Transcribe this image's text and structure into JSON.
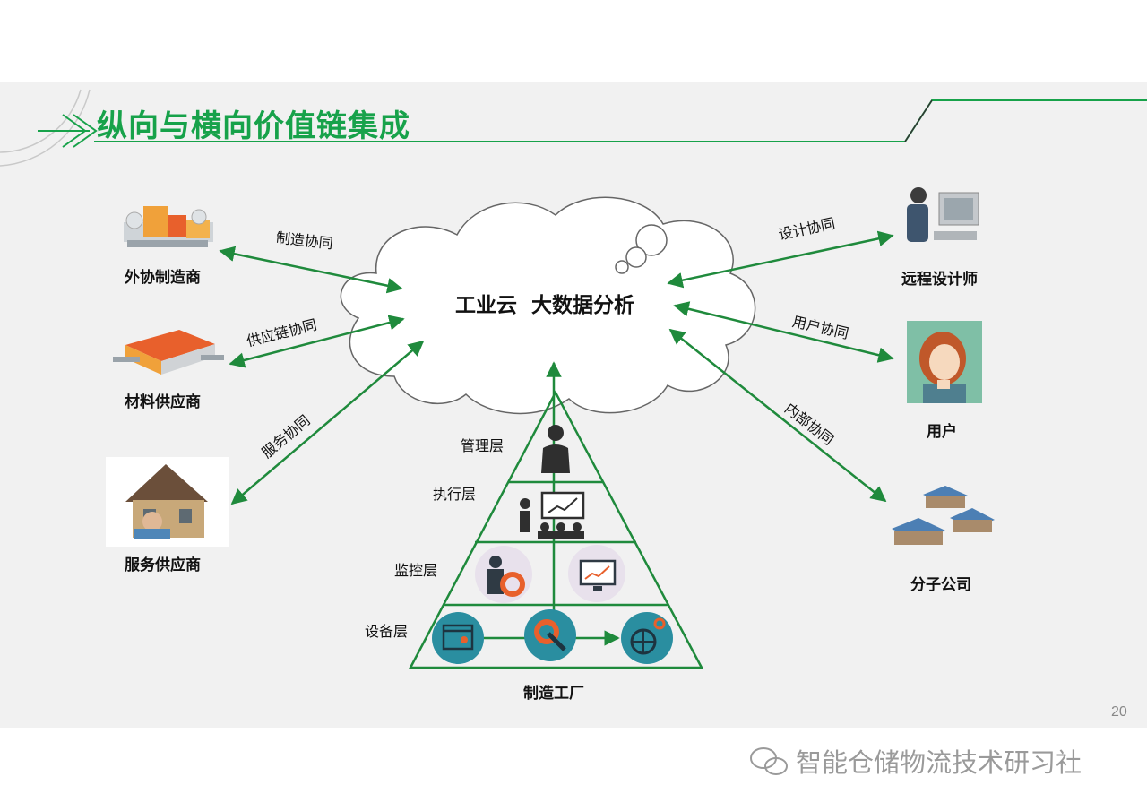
{
  "slide": {
    "title": "纵向与横向价值链集成",
    "page_number": "20"
  },
  "cloud": {
    "label": "工业云  大数据分析"
  },
  "left_nodes": [
    {
      "label": "外协制造商",
      "icon": "factory-icon",
      "edge_label": "制造协同"
    },
    {
      "label": "材料供应商",
      "icon": "warehouse-icon",
      "edge_label": "供应链协同"
    },
    {
      "label": "服务供应商",
      "icon": "house-photo",
      "edge_label": "服务协同"
    }
  ],
  "right_nodes": [
    {
      "label": "远程设计师",
      "icon": "designer-workstation-icon",
      "edge_label": "设计协同"
    },
    {
      "label": "用户",
      "icon": "user-avatar-icon",
      "edge_label": "用户协同"
    },
    {
      "label": "分子公司",
      "icon": "branch-buildings-icon",
      "edge_label": "内部协同"
    }
  ],
  "pyramid": {
    "label": "制造工厂",
    "layers": [
      "管理层",
      "执行层",
      "监控层",
      "设备层"
    ]
  },
  "watermark": "智能仓储物流技术研习社",
  "colors": {
    "accent_green": "#17a24a",
    "arrow_green": "#1f8a3c",
    "icon_teal": "#2a8ea0",
    "icon_orange": "#e8602c"
  }
}
